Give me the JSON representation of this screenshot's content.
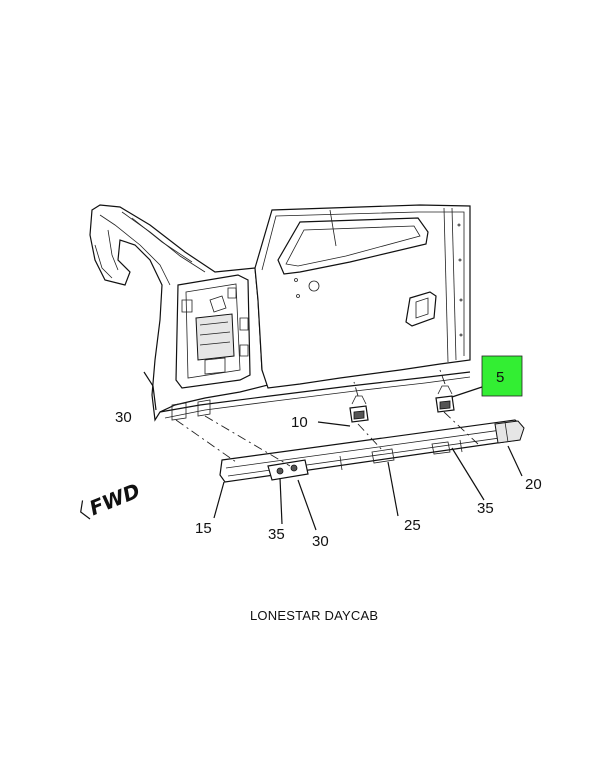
{
  "diagram": {
    "caption": "LONESTAR DAYCAB",
    "fwd_label": "FWD",
    "highlight_color": "#33ee33",
    "callouts": [
      {
        "id": "c5",
        "label": "5",
        "highlighted": true
      },
      {
        "id": "c10",
        "label": "10"
      },
      {
        "id": "c15",
        "label": "15"
      },
      {
        "id": "c20",
        "label": "20"
      },
      {
        "id": "c25",
        "label": "25"
      },
      {
        "id": "c30a",
        "label": "30"
      },
      {
        "id": "c30b",
        "label": "30"
      },
      {
        "id": "c35a",
        "label": "35"
      },
      {
        "id": "c35b",
        "label": "35"
      }
    ]
  }
}
